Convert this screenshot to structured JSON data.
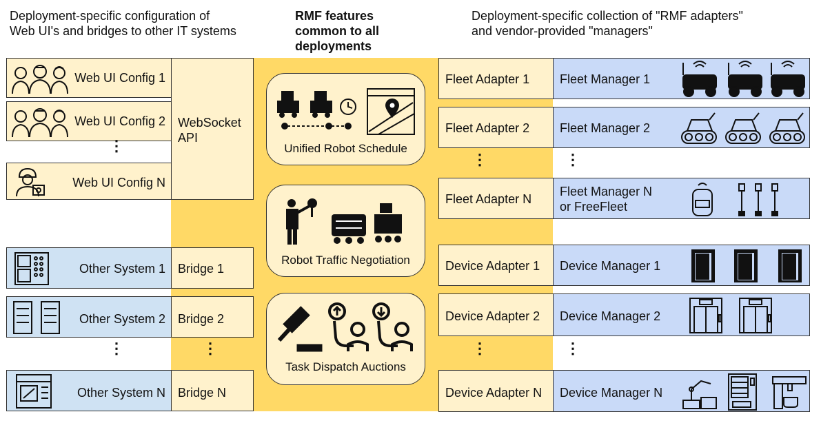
{
  "headers": {
    "left": [
      "Deployment-specific configuration of",
      "Web UI's and bridges to other IT systems"
    ],
    "center": [
      "RMF features",
      "common to all",
      "deployments"
    ],
    "right": [
      "Deployment-specific collection of \"RMF adapters\"",
      "and vendor-provided \"managers\""
    ]
  },
  "left": {
    "web_ui_configs": [
      "Web UI Config 1",
      "Web UI Config 2",
      "Web UI Config N"
    ],
    "websocket_api": [
      "WebSocket",
      "API"
    ],
    "other_systems": [
      "Other System 1",
      "Other System 2",
      "Other System N"
    ],
    "bridges": [
      "Bridge 1",
      "Bridge 2",
      "Bridge N"
    ]
  },
  "features": [
    "Unified Robot Schedule",
    "Robot Traffic Negotiation",
    "Task Dispatch Auctions"
  ],
  "right": {
    "fleet_adapters": [
      "Fleet Adapter 1",
      "Fleet Adapter 2",
      "Fleet Adapter N"
    ],
    "fleet_managers": [
      "Fleet Manager 1",
      "Fleet Manager 2",
      "Fleet Manager N",
      "or FreeFleet"
    ],
    "device_adapters": [
      "Device Adapter 1",
      "Device Adapter 2",
      "Device Adapter N"
    ],
    "device_managers": [
      "Device Manager 1",
      "Device Manager 2",
      "Device Manager N"
    ]
  },
  "ellipsis": "⋮",
  "colors": {
    "gold": "#ffd966",
    "cream": "#fff2cc",
    "web_blue": "#cfe2f3",
    "manager_blue": "#c9daf8",
    "border": "#333333"
  }
}
